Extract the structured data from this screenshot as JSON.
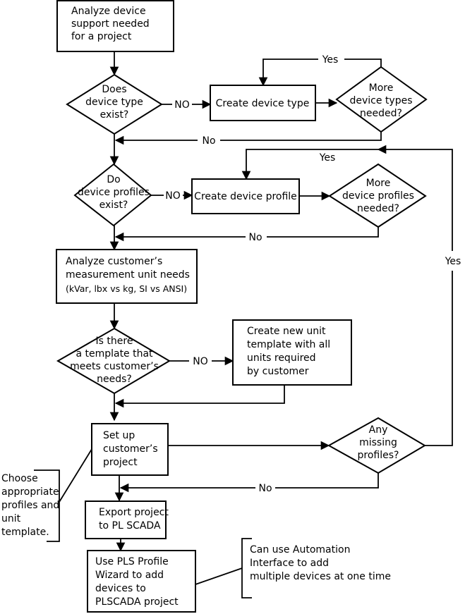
{
  "nodes": {
    "analyze_device_support": [
      "Analyze device",
      "support needed",
      "for a project"
    ],
    "device_type_exist": [
      "Does",
      "device type",
      "exist?"
    ],
    "create_device_type": [
      "Create device type"
    ],
    "more_device_types": [
      "More",
      "device types",
      "needed?"
    ],
    "device_profiles_exist": [
      "Do",
      "device profiles",
      "exist?"
    ],
    "create_device_profile": [
      "Create device profile"
    ],
    "more_device_profiles": [
      "More",
      "device profiles",
      "needed?"
    ],
    "analyze_units": [
      "Analyze customer’s",
      "measurement unit needs",
      "(kVar, lbx vs kg, SI vs ANSI)"
    ],
    "template_exists": [
      "Is there",
      "a template that",
      "meets customer’s",
      "needs?"
    ],
    "create_unit_template": [
      "Create new unit",
      "template with all",
      "units required",
      "by customer"
    ],
    "setup_project": [
      "Set up",
      "customer’s",
      "project"
    ],
    "missing_profiles": [
      "Any",
      "missing",
      "profiles?"
    ],
    "export_project": [
      "Export project",
      "to PL SCADA"
    ],
    "profile_wizard": [
      "Use PLS Profile",
      "Wizard to add",
      "devices to",
      "PLSCADA project"
    ]
  },
  "notes": {
    "choose_profiles": [
      "Choose",
      "appropriate",
      "profiles and",
      "unit",
      "template."
    ],
    "automation_interface": [
      "Can use Automation",
      "Interface to add",
      "multiple devices at one time"
    ]
  },
  "edge_labels": {
    "device_type_no": "NO",
    "more_types_yes": "Yes",
    "more_types_no": "No",
    "device_profiles_no": "NO",
    "more_profiles_yes": "Yes",
    "more_profiles_no": "No",
    "template_no": "NO",
    "missing_yes": "Yes",
    "missing_no": "No"
  }
}
